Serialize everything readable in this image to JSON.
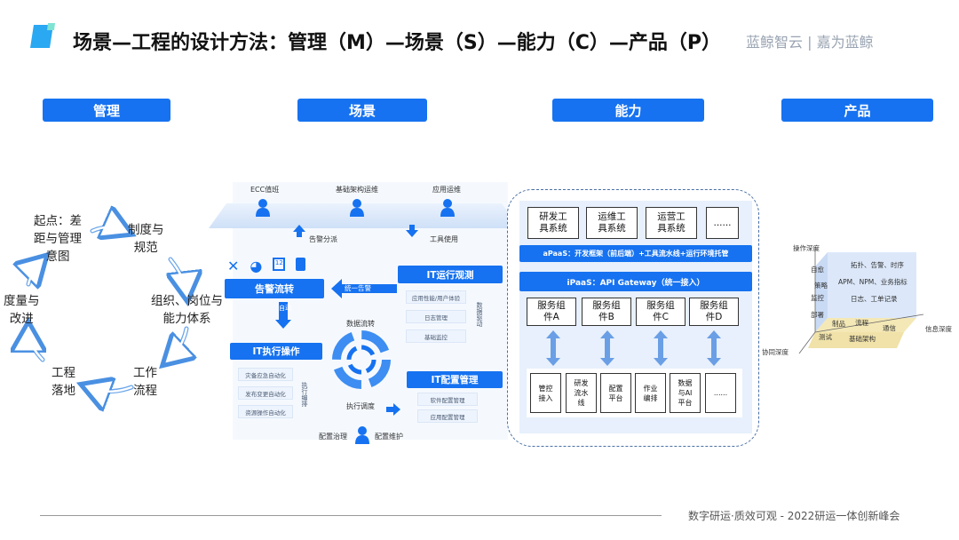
{
  "header": {
    "title": "场景—工程的设计方法：管理（M）—场景（S）—能力（C）—产品（P）",
    "brand": "蓝鲸智云 | 嘉为蓝鲸"
  },
  "columns": [
    "管理",
    "场景",
    "能力",
    "产品"
  ],
  "cycle": [
    "起点：差\n距与管理\n意图",
    "制度与\n规范",
    "组织、岗位与\n能力体系",
    "工作\n流程",
    "工程\n落地",
    "度量与\n改进"
  ],
  "scene": {
    "roles": [
      "ECC值班",
      "基础架构运维",
      "应用运维"
    ],
    "arrows": [
      "告警分派",
      "工具使用"
    ],
    "alert": "告警流转",
    "unified_alert": "统一告警",
    "observe": {
      "title": "IT运行观测",
      "items": [
        "应用性能/用户体验",
        "日志管理",
        "基础监控"
      ],
      "side": "数据驱动"
    },
    "exec": {
      "title": "IT执行操作",
      "items": [
        "灾备应急自动化",
        "发布变更自动化",
        "资源操作自动化"
      ],
      "side": "执行编排"
    },
    "config": {
      "title": "IT配置管理",
      "items": [
        "软件配置管理",
        "应用配置管理"
      ]
    },
    "ring_top": "数据流转",
    "ring_bottom": "执行调度",
    "down_label": "自动",
    "bottom": [
      "配置治理",
      "配置维护"
    ],
    "icons": [
      "tools-icon",
      "pie-chart-icon",
      "calendar-icon",
      "clipboard-icon"
    ]
  },
  "capability": {
    "tools": [
      "研发工\n具系统",
      "运维工\n具系统",
      "运营工\n具系统",
      "......"
    ],
    "apaas": "aPaaS：开发框架（前后端）+工具流水线+运行环境托管",
    "ipaas": "iPaaS：API Gateway（统一接入）",
    "services": [
      "服务组\n件A",
      "服务组\n件B",
      "服务组\n件C",
      "服务组\n件D"
    ],
    "tech": [
      "管控\n接入",
      "研发\n流水\n线",
      "配置\n平台",
      "作业\n编排",
      "数据\n与AI\n平台",
      "......"
    ]
  },
  "product": {
    "axis_op": "操作深度",
    "axis_coop": "协同深度",
    "axis_info": "信息深度",
    "left_labels": [
      "自愈",
      "策略",
      "监控",
      "部署"
    ],
    "rows": [
      "拓扑、告警、时序",
      "APM、NPM、业务指标",
      "日志、工单记录"
    ],
    "floor": [
      "制品",
      "流程",
      "通信",
      "测试",
      "基础架构"
    ]
  },
  "footer": "数字研运·质效可观  -  2022研运一体创新峰会",
  "colors": {
    "accent": "#1672f0",
    "light": "#e7f0fc"
  }
}
